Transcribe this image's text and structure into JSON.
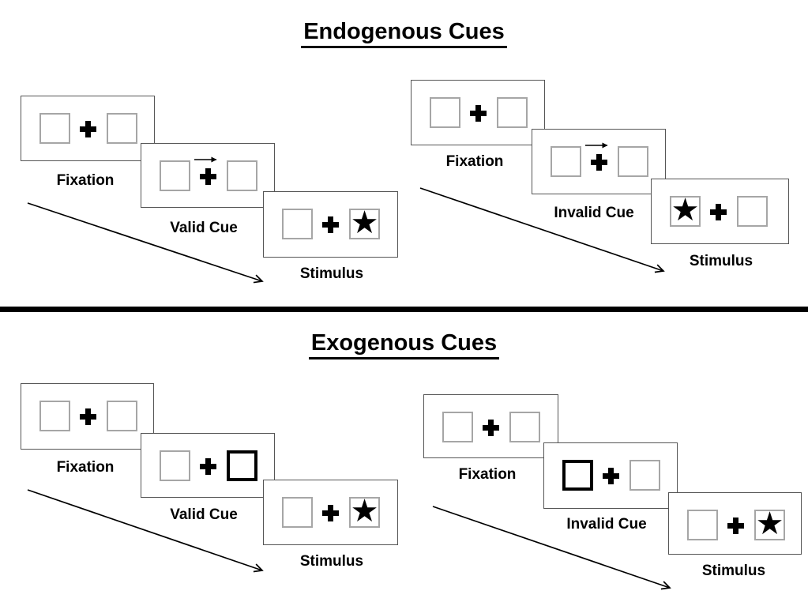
{
  "diagram": {
    "kind": "Posner cueing paradigm schematic"
  },
  "colors": {
    "background": "#ffffff",
    "ink": "#000000",
    "panel_border": "#555555",
    "box_border": "#a6a6a6"
  },
  "icons": {
    "star": "★"
  },
  "sections": [
    {
      "title": "Endogenous Cues",
      "sequences": [
        {
          "name": "valid",
          "frames": [
            {
              "label": "Fixation"
            },
            {
              "label": "Valid Cue"
            },
            {
              "label": "Stimulus"
            }
          ]
        },
        {
          "name": "invalid",
          "frames": [
            {
              "label": "Fixation"
            },
            {
              "label": "Invalid Cue"
            },
            {
              "label": "Stimulus"
            }
          ]
        }
      ]
    },
    {
      "title": "Exogenous Cues",
      "sequences": [
        {
          "name": "valid",
          "frames": [
            {
              "label": "Fixation"
            },
            {
              "label": "Valid Cue"
            },
            {
              "label": "Stimulus"
            }
          ]
        },
        {
          "name": "invalid",
          "frames": [
            {
              "label": "Fixation"
            },
            {
              "label": "Invalid Cue"
            },
            {
              "label": "Stimulus"
            }
          ]
        }
      ]
    }
  ]
}
